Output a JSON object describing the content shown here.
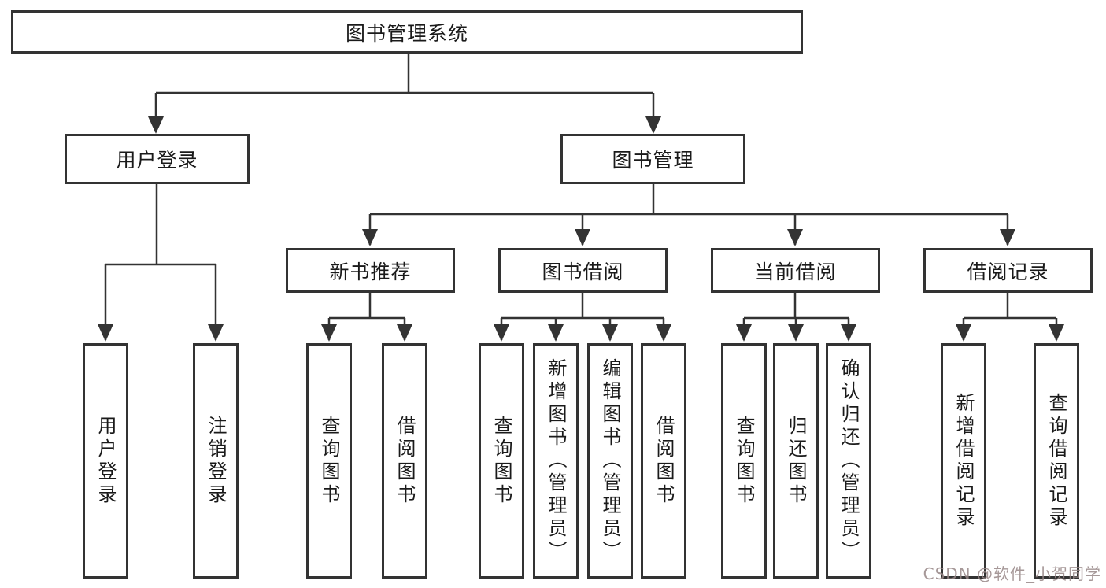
{
  "diagram": {
    "title": "图书管理系统",
    "colors": {
      "background": "#ffffff",
      "line": "#333333",
      "box_border": "#333333",
      "text": "#1a1a1a",
      "watermark": "#968686"
    },
    "tree": {
      "root": {
        "label": "图书管理系统"
      },
      "branches": [
        {
          "label": "用户登录",
          "children": [
            {
              "label": "用户登录"
            },
            {
              "label": "注销登录"
            }
          ]
        },
        {
          "label": "图书管理",
          "children": [
            {
              "label": "新书推荐",
              "children": [
                {
                  "label": "查询图书"
                },
                {
                  "label": "借阅图书"
                }
              ]
            },
            {
              "label": "图书借阅",
              "children": [
                {
                  "label": "查询图书"
                },
                {
                  "label": "新增图书（管理员）"
                },
                {
                  "label": "编辑图书（管理员）"
                },
                {
                  "label": "借阅图书"
                }
              ]
            },
            {
              "label": "当前借阅",
              "children": [
                {
                  "label": "查询图书"
                },
                {
                  "label": "归还图书"
                },
                {
                  "label": "确认归还（管理员）"
                }
              ]
            },
            {
              "label": "借阅记录",
              "children": [
                {
                  "label": "新增借阅记录"
                },
                {
                  "label": "查询借阅记录"
                }
              ]
            }
          ]
        }
      ]
    },
    "watermark": {
      "text": "CSDN @软件_小贺同学"
    }
  }
}
